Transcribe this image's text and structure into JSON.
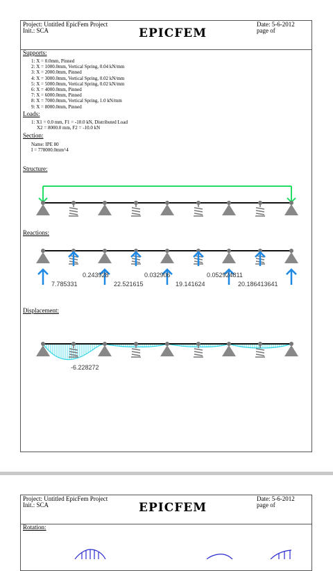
{
  "header": {
    "project": "Project: Untitled EpicFem Project",
    "initials": "Init.: SCA",
    "logo": "EPICFEM",
    "date": "Date: 5-6-2012",
    "page": "page  of"
  },
  "supports": {
    "title": "Supports:",
    "items": [
      "1: X = 0.0mm, Pinned",
      "2: X = 1000.0mm, Vertical Spring, 0.04 kN/mm",
      "3: X = 2000.0mm, Pinned",
      "4: X = 3000.0mm, Vertical Spring, 0.02 kN/mm",
      "5: X = 5000.0mm, Vertical Spring, 0.02 kN/mm",
      "6: X = 4000.0mm, Pinned",
      "7: X = 6000.0mm, Pinned",
      "8: X = 7000.0mm, Vertical Spring, 1.0 kN/mm",
      "9: X = 8000.0mm, Pinned"
    ]
  },
  "loads": {
    "title": "Loads:",
    "items": [
      "1: X1 = 0.0 mm, F1 = -10.0 kN, Distributed Load",
      "X2 = 8000.0 mm, F2 = -10.0 kN"
    ]
  },
  "section": {
    "title": "Section:",
    "name": "Name: IPE 80",
    "inertia": "I = 778000.0mm^4"
  },
  "structure": {
    "title": "Structure:"
  },
  "reactions": {
    "title": "Reactions:",
    "values": [
      "7.785331",
      "0.243928",
      "22.521615",
      "0.032906",
      "19.141624",
      "0.052924811",
      "20.186413641"
    ]
  },
  "displacement": {
    "title": "Displacement:",
    "min_label": "-6.228272"
  },
  "rotation": {
    "title": "Rotation:"
  },
  "colors": {
    "support": "#777777",
    "load": "#22dd66",
    "reaction": "#1e88e5",
    "displacement": "#33d6e6",
    "rotation": "#2b2bd1"
  },
  "icons": {
    "pinned": "triangle-support-icon",
    "spring": "spring-support-icon"
  }
}
